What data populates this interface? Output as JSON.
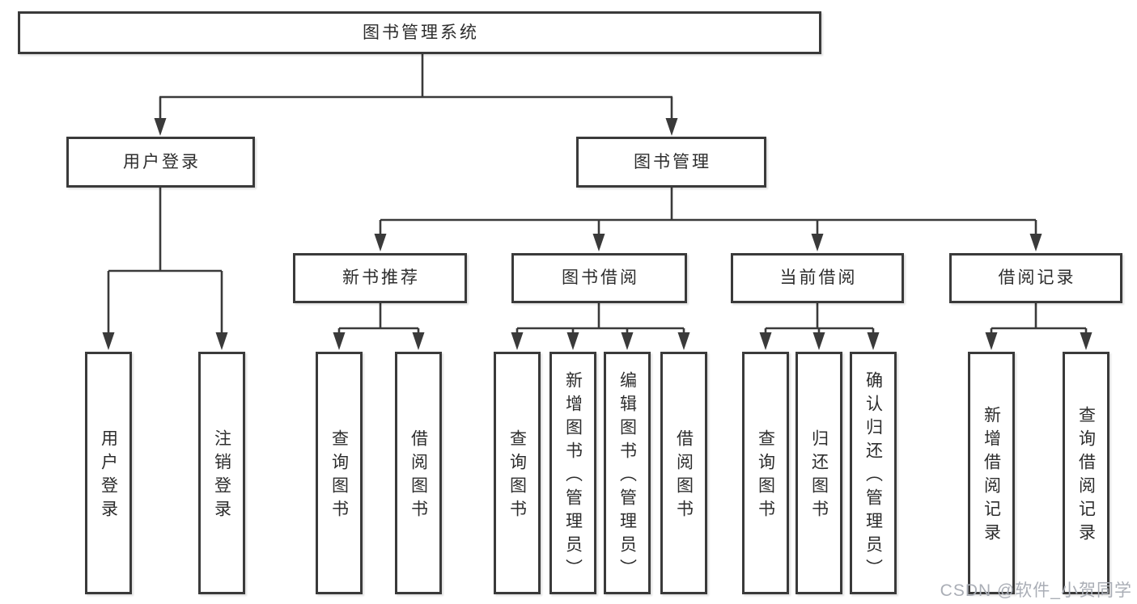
{
  "tree": {
    "label": "图书管理系统",
    "children": [
      {
        "label": "用户登录",
        "children": [
          {
            "label": "用户登录"
          },
          {
            "label": "注销登录"
          }
        ]
      },
      {
        "label": "图书管理",
        "children": [
          {
            "label": "新书推荐",
            "children": [
              {
                "label": "查询图书"
              },
              {
                "label": "借阅图书"
              }
            ]
          },
          {
            "label": "图书借阅",
            "children": [
              {
                "label": "查询图书"
              },
              {
                "label": "新增图书（管理员）"
              },
              {
                "label": "编辑图书（管理员）"
              },
              {
                "label": "借阅图书"
              }
            ]
          },
          {
            "label": "当前借阅",
            "children": [
              {
                "label": "查询图书"
              },
              {
                "label": "归还图书"
              },
              {
                "label": "确认归还（管理员）"
              }
            ]
          },
          {
            "label": "借阅记录",
            "children": [
              {
                "label": "新增借阅记录"
              },
              {
                "label": "查询借阅记录"
              }
            ]
          }
        ]
      }
    ]
  },
  "watermark": {
    "text": "CSDN @软件_小贺同学"
  },
  "colors": {
    "line": "#3a3a3a",
    "box_border": "#3a3a3a",
    "text": "#2d2d2d",
    "background": "#ffffff",
    "watermark": "#aaaeb6"
  }
}
